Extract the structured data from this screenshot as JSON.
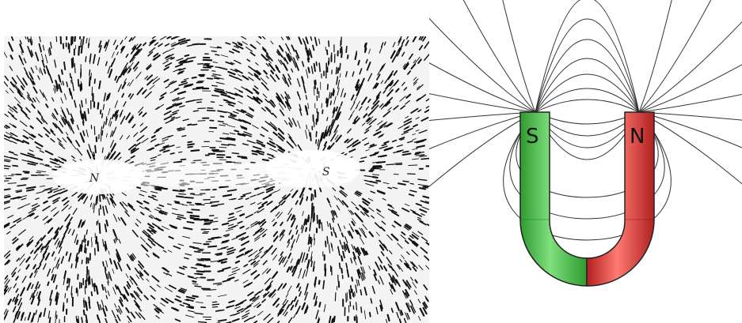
{
  "left_panel": {
    "pole_label_north": "N",
    "pole_label_south": "S",
    "filings_color": "#111111",
    "background_color": "#ffffff"
  },
  "right_panel": {
    "pole_label_south": "S",
    "pole_label_north": "N",
    "south_pole_color": "#4cc44c",
    "north_pole_color": "#e8403a",
    "field_line_color": "#333333"
  }
}
